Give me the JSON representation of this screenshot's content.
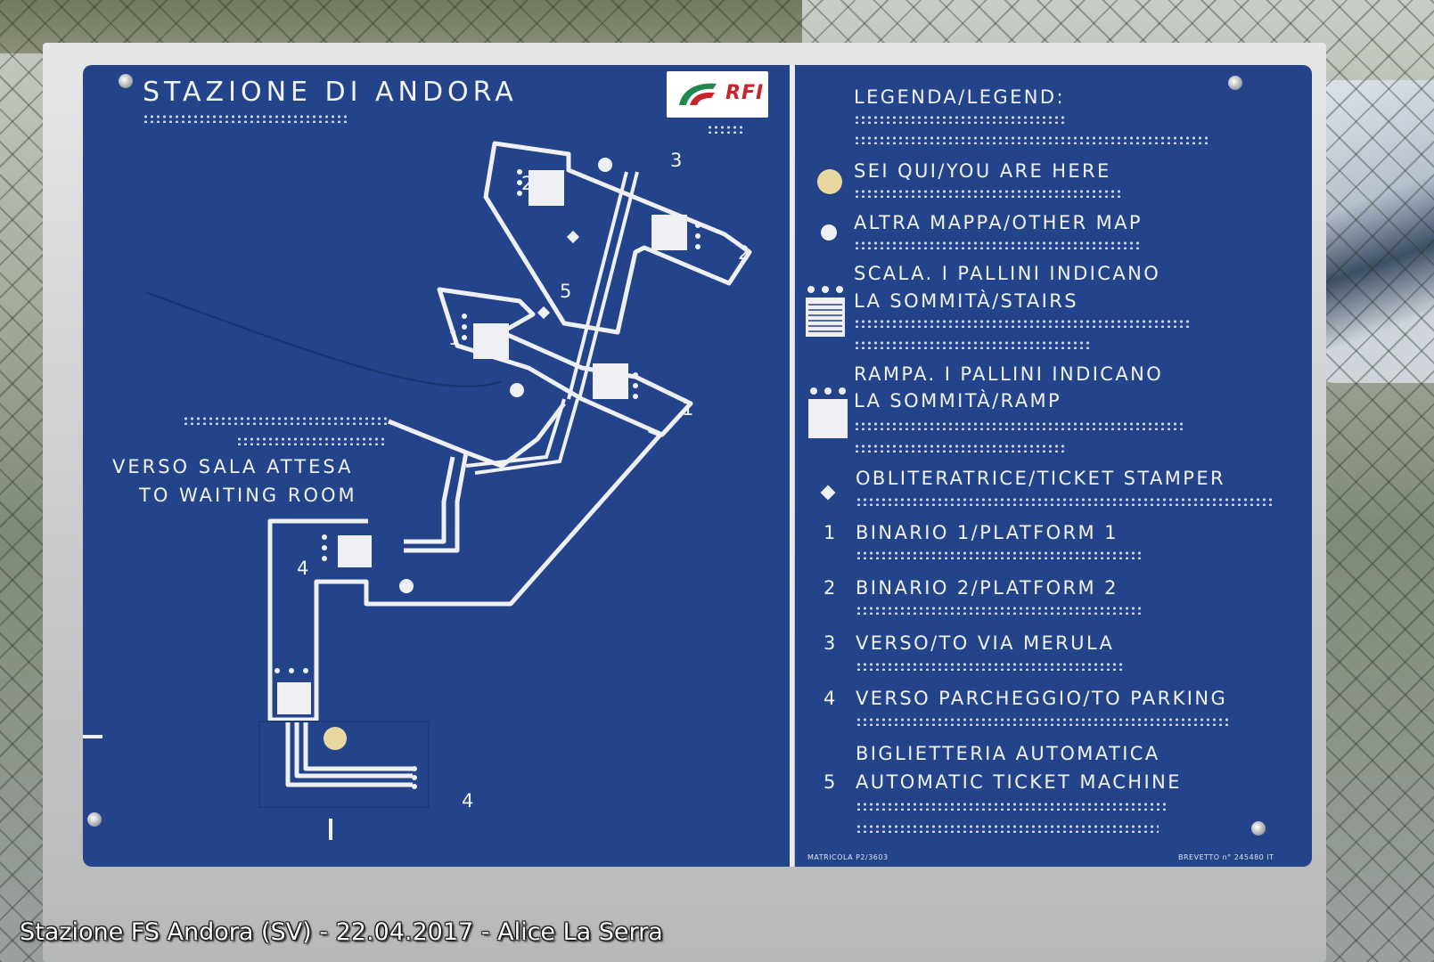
{
  "sign": {
    "title": "STAZIONE DI ANDORA",
    "logo_text": "RFI",
    "left_label_line1": "VERSO SALA ATTESA",
    "left_label_line2": "TO WAITING ROOM",
    "map_numbers": [
      "1",
      "1",
      "2",
      "2",
      "3",
      "4",
      "4",
      "5"
    ],
    "legend": {
      "heading": "LEGENDA/LEGEND:",
      "items": [
        {
          "icon": "you-are-here-dot",
          "lines": [
            "SEI QUI/YOU ARE HERE"
          ]
        },
        {
          "icon": "other-map-dot",
          "lines": [
            "ALTRA MAPPA/OTHER MAP"
          ]
        },
        {
          "icon": "stairs-icon",
          "lines": [
            "SCALA. I PALLINI INDICANO",
            "LA SOMMITÀ/STAIRS"
          ]
        },
        {
          "icon": "ramp-icon",
          "lines": [
            "RAMPA. I PALLINI INDICANO",
            "LA SOMMITÀ/RAMP"
          ]
        },
        {
          "icon": "diamond-icon",
          "lines": [
            "OBLITERATRICE/TICKET STAMPER"
          ]
        },
        {
          "number": "1",
          "lines": [
            "BINARIO 1/PLATFORM 1"
          ]
        },
        {
          "number": "2",
          "lines": [
            "BINARIO 2/PLATFORM 2"
          ]
        },
        {
          "number": "3",
          "lines": [
            "VERSO/TO VIA MERULA"
          ]
        },
        {
          "number": "4",
          "lines": [
            "VERSO PARCHEGGIO/TO PARKING"
          ]
        },
        {
          "number": "5",
          "lines": [
            "BIGLIETTERIA AUTOMATICA",
            "AUTOMATIC TICKET MACHINE"
          ]
        }
      ]
    },
    "matricola": "MATRICOLA P2/3603",
    "brevetto": "BREVETTO n° 245480 IT"
  },
  "caption": "Stazione FS Andora (SV) - 22.04.2017 - Alice La Serra",
  "colors": {
    "sign_blue": "#23438a",
    "relief_white": "#eef0f4",
    "you_are_here_gold": "#e8d8a0",
    "logo_red": "#c8242b",
    "logo_green": "#1f8a4c"
  }
}
